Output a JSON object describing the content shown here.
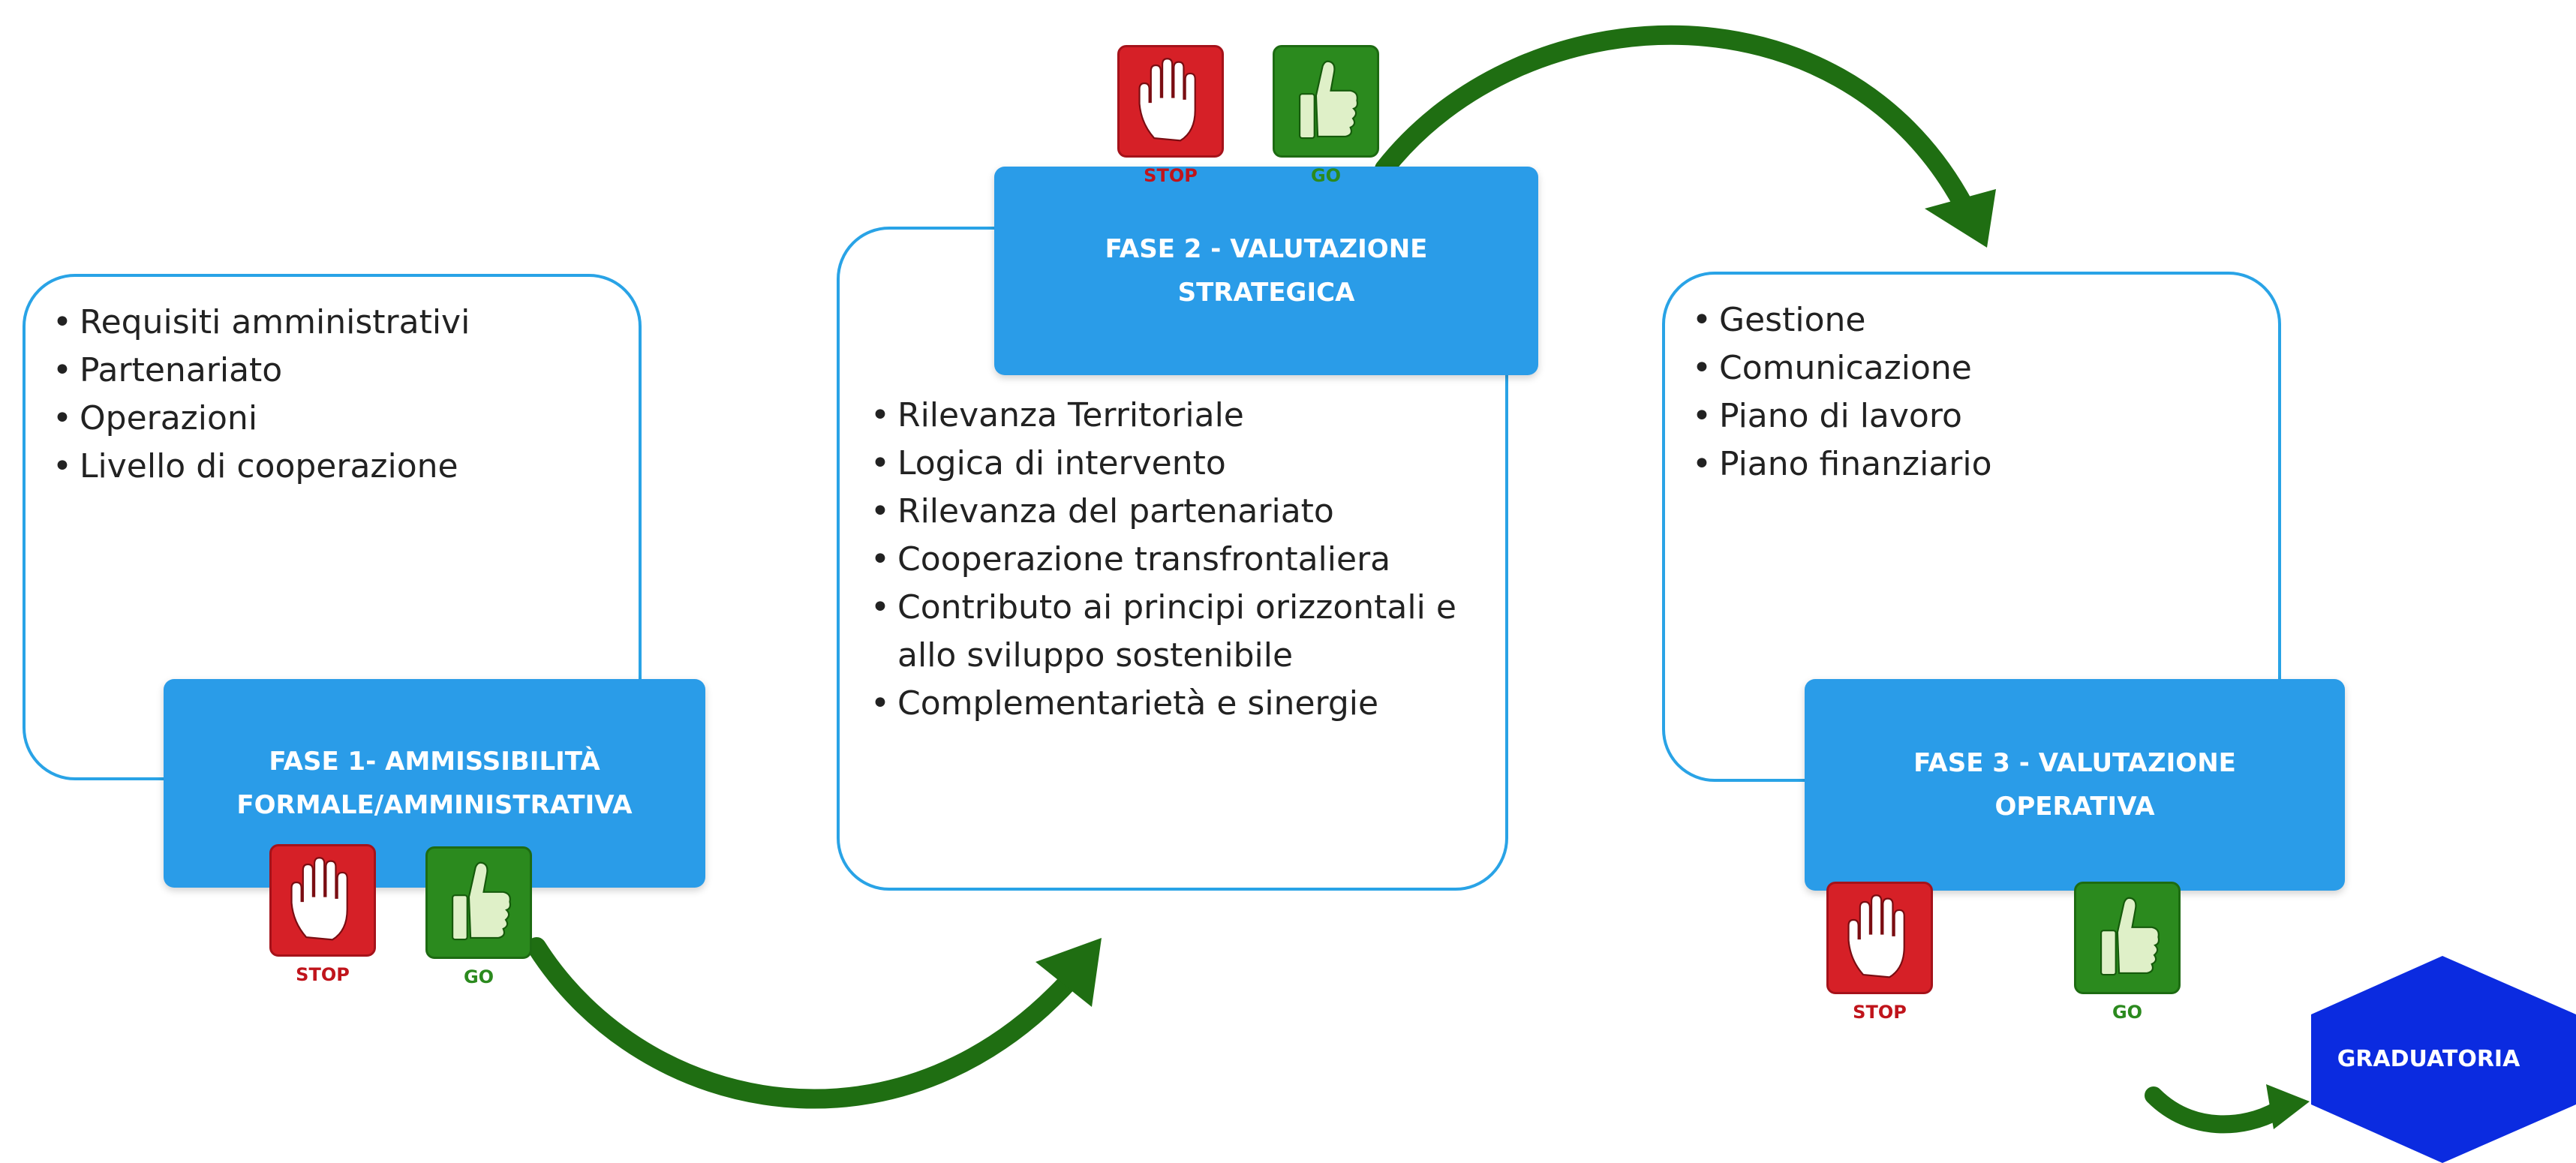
{
  "phases": [
    {
      "title": "FASE 1- AMMISSIBILITÀ FORMALE/AMMINISTRATIVA",
      "items": [
        "Requisiti amministrativi",
        "Partenariato",
        "Operazioni",
        "Livello di cooperazione"
      ]
    },
    {
      "title": "FASE 2 -  VALUTAZIONE STRATEGICA",
      "items": [
        "Rilevanza Territoriale",
        "Logica di intervento",
        "Rilevanza del partenariato",
        "Cooperazione transfrontaliera",
        "Contributo ai principi orizzontali e allo sviluppo sostenibile",
        "Complementarietà e sinergie"
      ]
    },
    {
      "title": "FASE 3 - VALUTAZIONE OPERATIVA",
      "items": [
        "Gestione",
        "Comunicazione",
        "Piano di lavoro",
        "Piano finanziario"
      ]
    }
  ],
  "signs": {
    "stop": "STOP",
    "go": "GO"
  },
  "final": {
    "label": "GRADUATORIA"
  },
  "colors": {
    "phase_fill": "#2a9ce8",
    "panel_border": "#29a3e6",
    "arrow": "#1f6e12",
    "stop": "#d62027",
    "go": "#2b8a1e",
    "final_fill": "#0b2be0"
  }
}
